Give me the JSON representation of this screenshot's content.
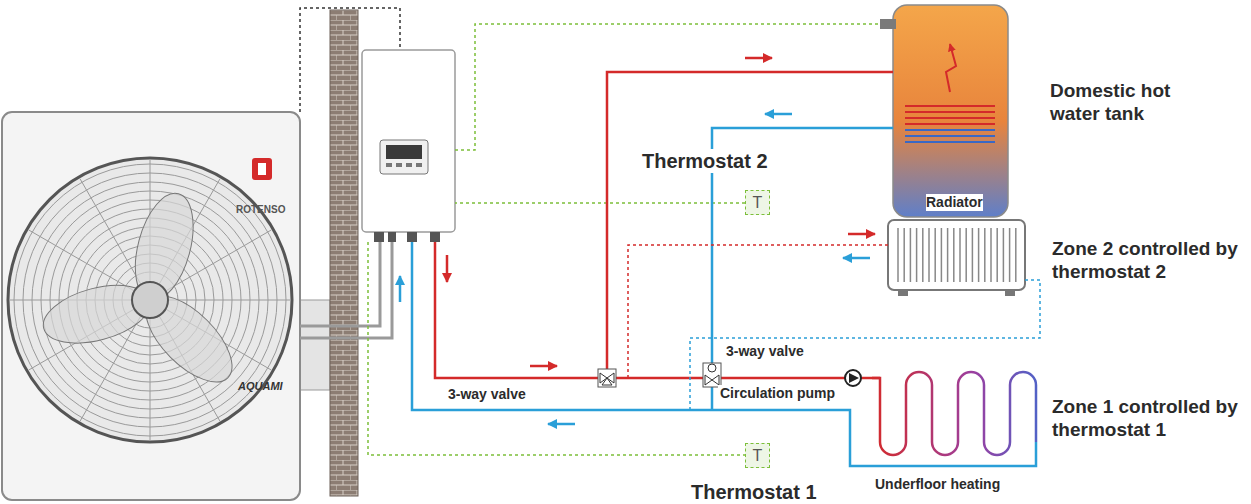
{
  "diagram": {
    "nodes": [
      {
        "text": [
          "ROTENSO",
          "AQUAMI"
        ]
      },
      {
        "text": [
          "Domestic hot water tank"
        ]
      },
      {
        "text": [
          "Thermostat 2",
          "T"
        ]
      },
      {
        "text": [
          "Radiator"
        ]
      },
      {
        "text": [
          "Underfloor heating"
        ]
      },
      {
        "text": [
          "Thermostat 1",
          "T"
        ]
      }
    ],
    "labels": [
      "Zone 2 controlled by thermostat 2",
      "3-way valve",
      "Circulation pump",
      "3-way valve",
      "Zone 1 controlled by thermostat 1"
    ]
  }
}
